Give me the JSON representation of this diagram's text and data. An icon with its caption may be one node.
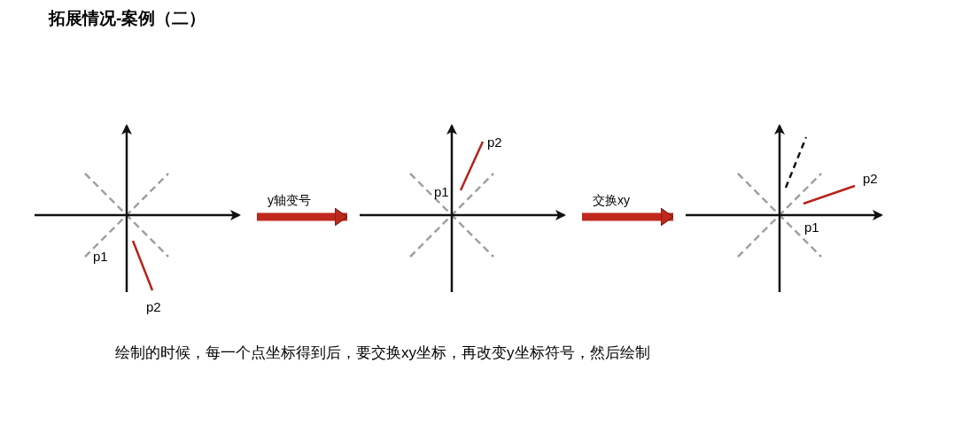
{
  "diagram": {
    "title": "拓展情况-案例（二）",
    "nodes": [
      {
        "text": [],
        "shape": "picture"
      },
      {
        "text": [],
        "shape": "picture"
      },
      {
        "text": [],
        "shape": "picture"
      }
    ],
    "edges": [
      {
        "from": 0,
        "to": 1,
        "arrow": "to",
        "label": "y轴变号"
      },
      {
        "from": 1,
        "to": 2,
        "arrow": "to",
        "label": "交换xy"
      }
    ],
    "labels": [
      "p1",
      "p2",
      "p2",
      "p1",
      "p2",
      "p1"
    ],
    "caption": "绘制的时候，每一个点坐标得到后，要交换xy坐标，再改变y坐标符号，然后绘制"
  }
}
